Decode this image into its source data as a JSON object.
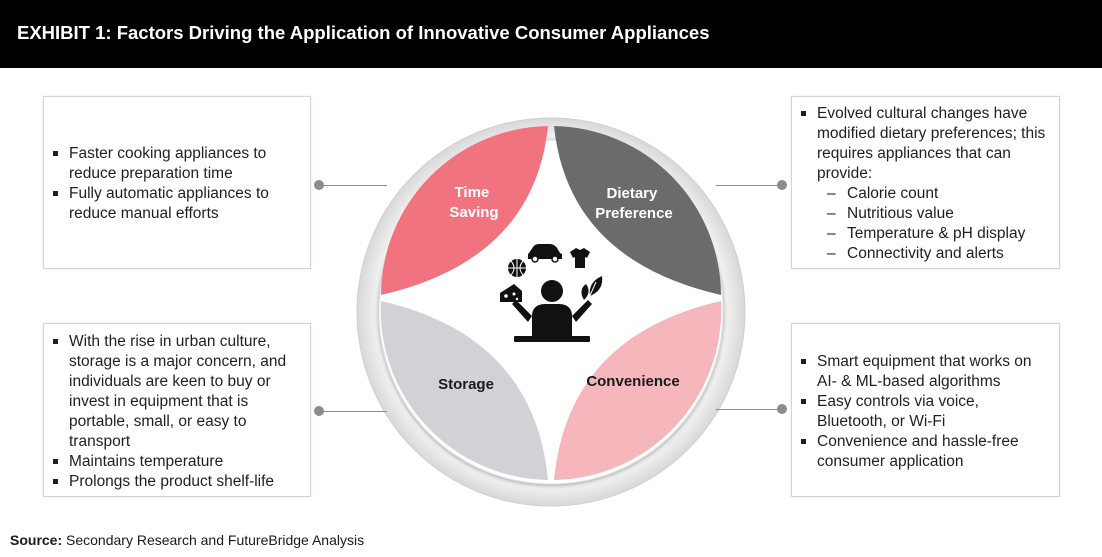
{
  "header": {
    "title": "EXHIBIT 1: Factors Driving the Application of Innovative Consumer Appliances"
  },
  "colors": {
    "time_saving": "#f0737f",
    "dietary_preference": "#6b6b6e",
    "storage": "#d2d2d6",
    "convenience": "#f5b6bc",
    "outer_ring": "#e5e5e5",
    "connector": "#8c8c8c"
  },
  "segments": {
    "time_saving": {
      "line1": "Time",
      "line2": "Saving"
    },
    "dietary_preference": {
      "line1": "Dietary",
      "line2": "Preference"
    },
    "storage": {
      "label": "Storage"
    },
    "convenience": {
      "label": "Convenience"
    }
  },
  "center_icons": [
    "person-juggling-icon",
    "car-icon",
    "tshirt-icon",
    "basketball-icon",
    "cheese-icon",
    "leaf-icon"
  ],
  "boxes": {
    "time_saving": {
      "bullets": [
        "Faster cooking appliances to reduce preparation time",
        "Fully automatic appliances to reduce manual efforts"
      ]
    },
    "dietary_preference": {
      "bullet": "Evolved cultural changes have modified dietary preferences; this requires appliances that can provide:",
      "sub_bullets": [
        "Calorie count",
        "Nutritious value",
        "Temperature & pH display",
        "Connectivity and alerts"
      ]
    },
    "storage": {
      "bullets": [
        "With the rise in urban culture, storage is a major concern, and individuals are keen to buy or invest in equipment that is portable, small, or easy to transport",
        "Maintains temperature",
        "Prolongs the product shelf-life"
      ]
    },
    "convenience": {
      "bullets": [
        "Smart equipment that works on AI- & ML-based algorithms",
        "Easy controls via voice, Bluetooth, or Wi-Fi",
        "Convenience and hassle-free consumer application"
      ]
    }
  },
  "source": {
    "label": "Source:",
    "text": "Secondary Research and FutureBridge Analysis"
  }
}
